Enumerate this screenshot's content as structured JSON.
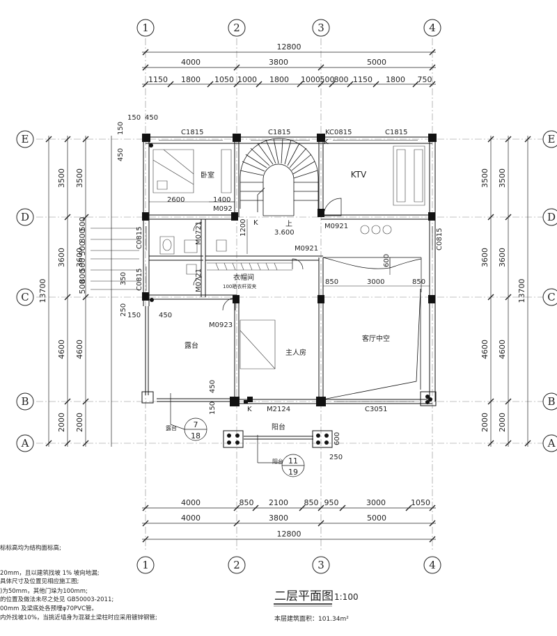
{
  "axes": {
    "cols": [
      "1",
      "2",
      "3",
      "4"
    ],
    "rows": [
      "E",
      "D",
      "C",
      "B",
      "A"
    ]
  },
  "top_dims": {
    "total": "12800",
    "bays": [
      "4000",
      "3800",
      "5000"
    ],
    "details": [
      "1150",
      "1800",
      "1050",
      "1000",
      "1800",
      "1000",
      "500",
      "800",
      "1150",
      "1800",
      "750"
    ]
  },
  "bottom_dims": {
    "details": [
      "4000",
      "850",
      "2100",
      "850",
      "950",
      "3000",
      "1050"
    ],
    "bays": [
      "4000",
      "3800",
      "5000"
    ],
    "total": "12800"
  },
  "side_dims": {
    "total": "13700",
    "bays": [
      "3500",
      "3600",
      "4600",
      "2000"
    ],
    "inner_left": [
      "500",
      "800",
      "500",
      "500",
      "800",
      "500"
    ]
  },
  "rooms": {
    "bedroom": "卧室",
    "ktv": "KTV",
    "closet": "衣帽间",
    "master": "主人房",
    "terrace": "露台",
    "balcony": "阳台",
    "void": "客厅中空"
  },
  "openings": {
    "c1815": "C1815",
    "kc0815": "KC0815",
    "c0815": "C0815",
    "m0921": "M0921",
    "m0921b": "M0921",
    "m0721": "M0721",
    "m0721b": "M0721",
    "m092": "M092",
    "m0923": "M0923",
    "m2124": "M2124",
    "c3051": "C3051"
  },
  "misc": {
    "d2600": "2600",
    "d1400": "1400",
    "d1200": "1200",
    "elev": "3.600",
    "up": "上",
    "d850a": "850",
    "d3000": "3000",
    "d850b": "850",
    "d600": "600",
    "d600b": "600",
    "d250": "250",
    "d150a": "150",
    "d450a": "450",
    "d150b": "150",
    "d450b": "450",
    "d150c": "150",
    "d450c": "450",
    "d150d": "150",
    "d450d": "450",
    "d350": "350",
    "d250b": "250",
    "rod_note": "100晒衣杆双夹",
    "k1": "K",
    "k2": "K",
    "k3": "K"
  },
  "details": [
    {
      "label": "露台",
      "num": "7",
      "den": "18"
    },
    {
      "label": "阳台",
      "num": "11",
      "den": "19"
    }
  ],
  "notes": [
    "标标高均为结构面标高;",
    "20mm，且以建筑找坡 1% 坡向地漏;",
    "具体尺寸及位置见相应施工图;",
    ")为50mm，其他门垛为100mm;",
    "的位置及做法未尽之处见 GB50003-2011;",
    "00mm 及梁底处各预埋φ70PVC管。",
    "内外找坡10%，当挑近墙身为混凝土梁柱时应采用镀锌钢管;"
  ],
  "title": "二层平面图",
  "scale": "1:100",
  "area": "本层建筑面积：101.34m²"
}
